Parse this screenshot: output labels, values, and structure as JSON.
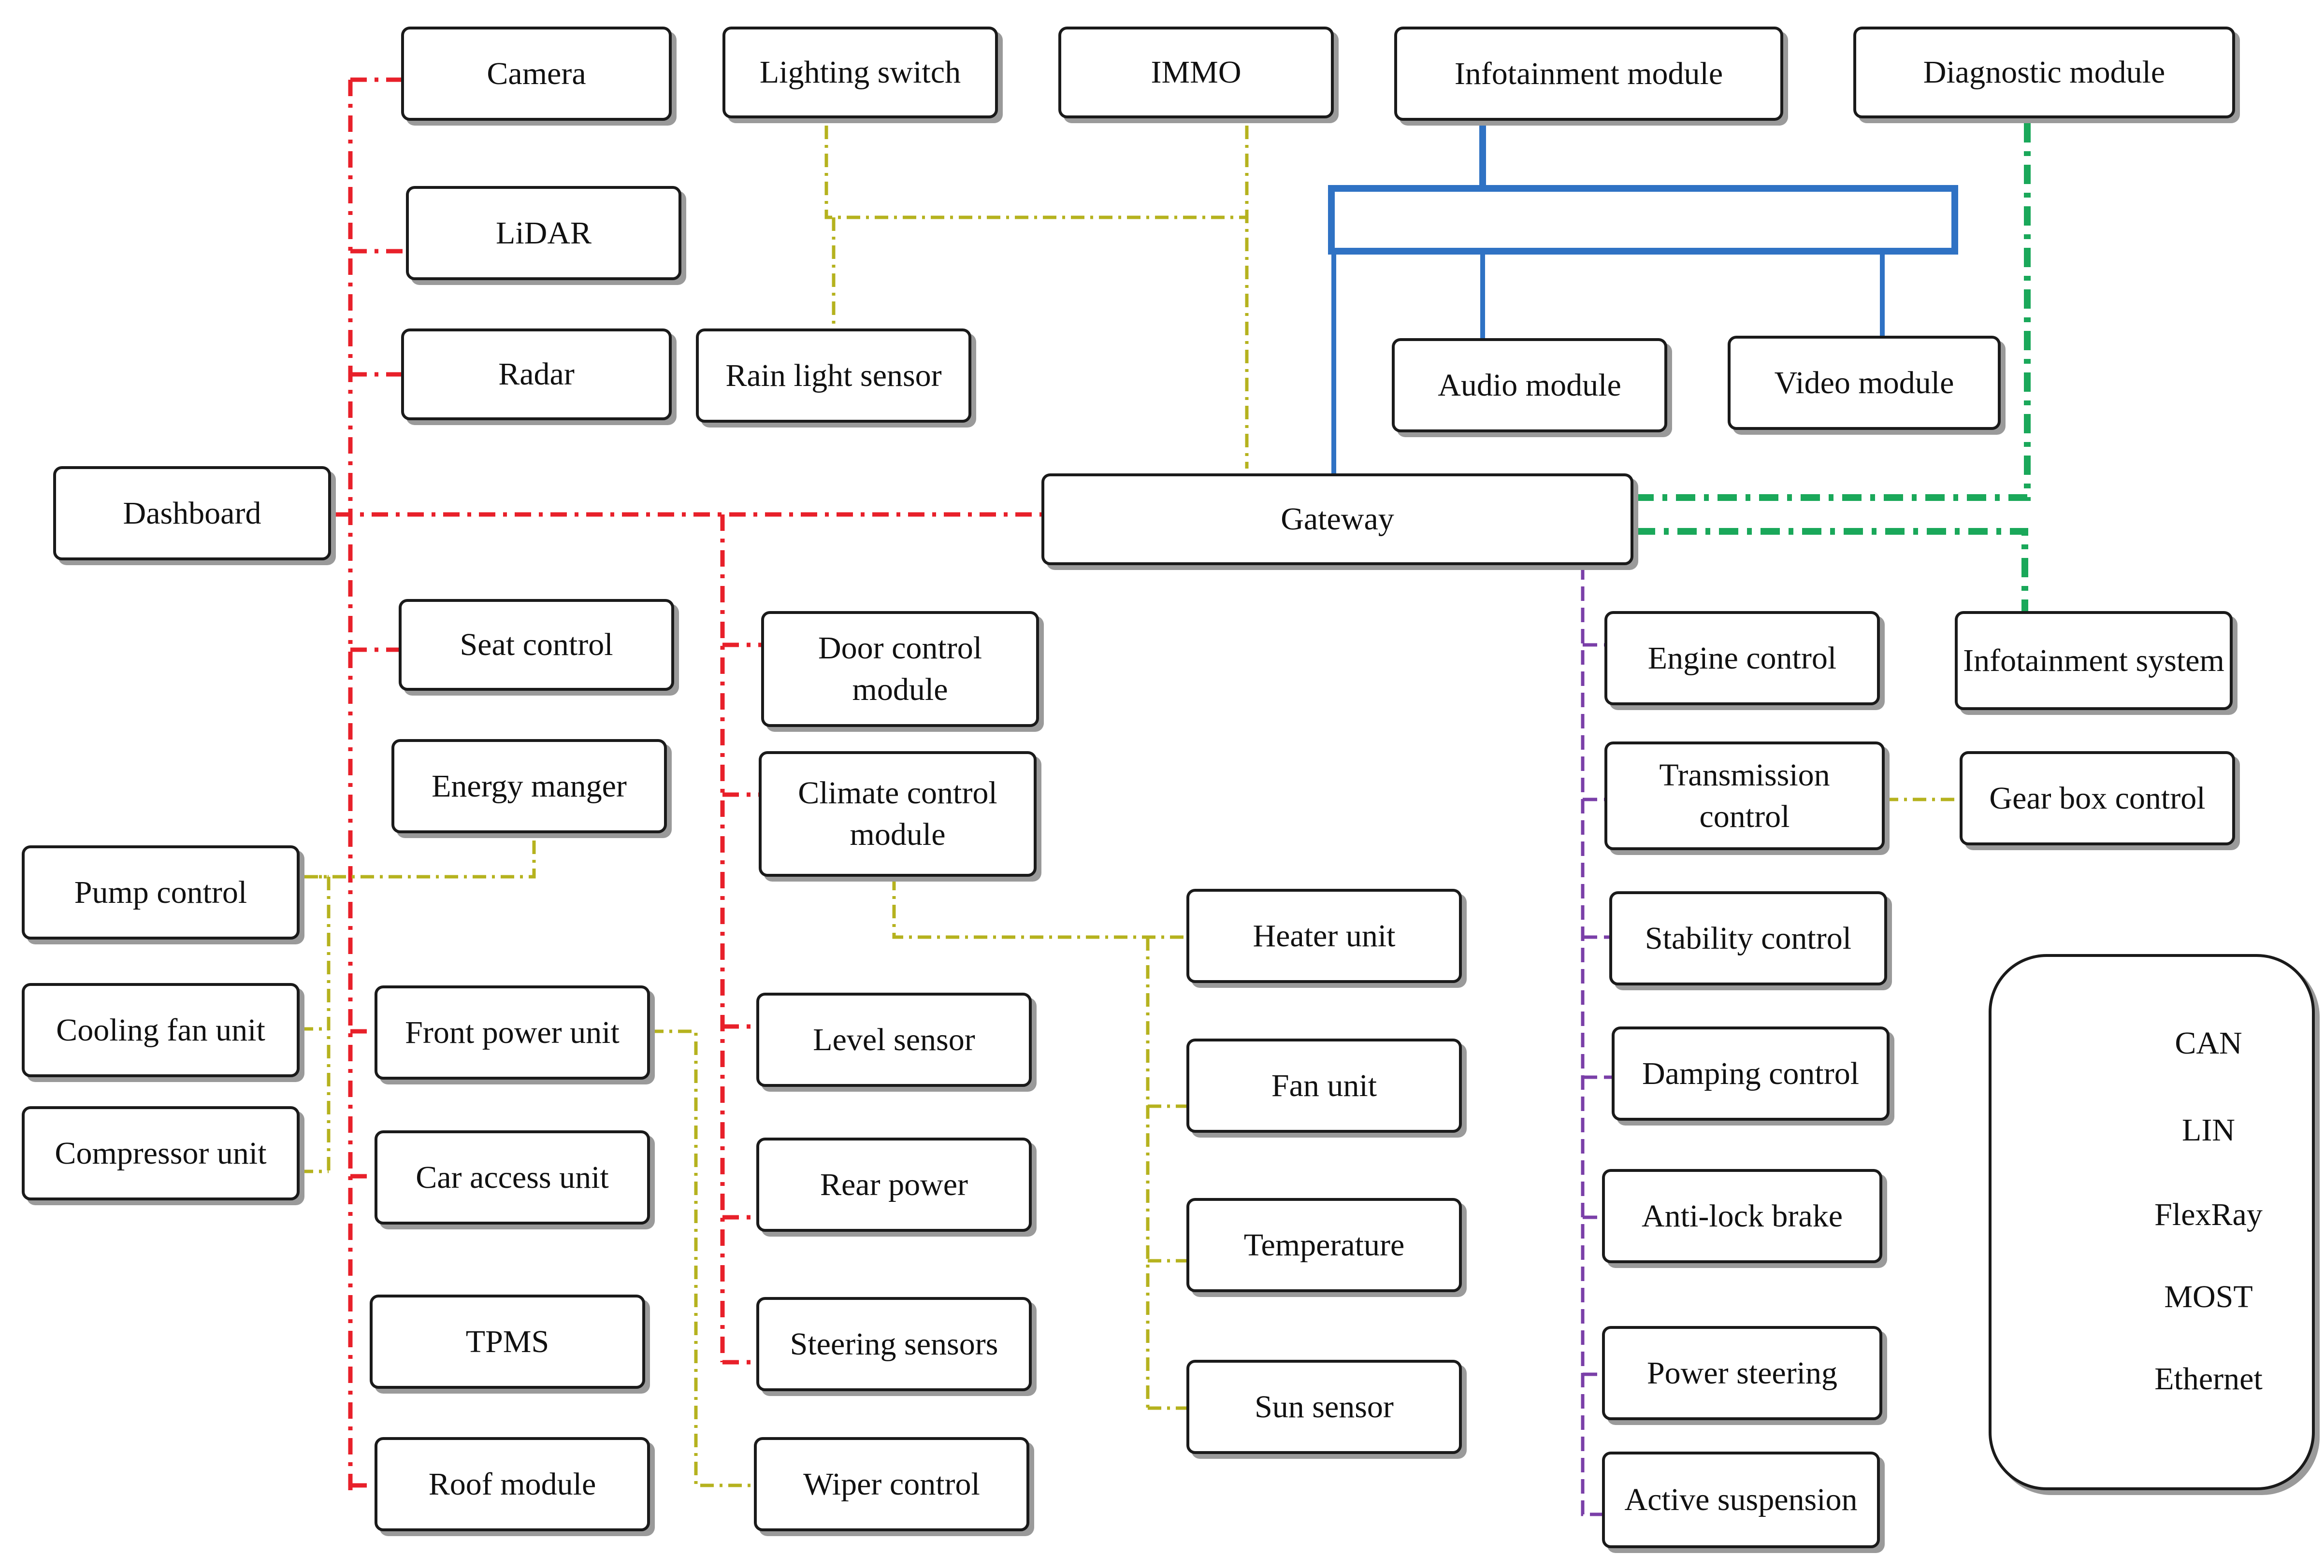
{
  "nodes": {
    "camera": "Camera",
    "lighting_switch": "Lighting switch",
    "immo": "IMMO",
    "infotainment_module": "Infotainment module",
    "diagnostic_module": "Diagnostic module",
    "lidar": "LiDAR",
    "radar": "Radar",
    "rain_light_sensor": "Rain light sensor",
    "audio_module": "Audio module",
    "video_module": "Video module",
    "dashboard": "Dashboard",
    "gateway": "Gateway",
    "seat_control": "Seat control",
    "door_control_module": "Door control module",
    "engine_control": "Engine control",
    "infotainment_system": "Infotainment system",
    "energy_manger": "Energy manger",
    "climate_control_module": "Climate control module",
    "transmission_control": "Transmission control",
    "gear_box_control": "Gear box control",
    "pump_control": "Pump control",
    "heater_unit": "Heater unit",
    "stability_control": "Stability control",
    "cooling_fan_unit": "Cooling fan unit",
    "front_power_unit": "Front power unit",
    "level_sensor": "Level sensor",
    "fan_unit": "Fan unit",
    "damping_control": "Damping control",
    "compressor_unit": "Compressor unit",
    "car_access_unit": "Car access unit",
    "rear_power": "Rear power",
    "temperature": "Temperature",
    "anti_lock_brake": "Anti-lock brake",
    "tpms": "TPMS",
    "steering_sensors": "Steering sensors",
    "sun_sensor": "Sun sensor",
    "power_steering": "Power steering",
    "roof_module": "Roof module",
    "wiper_control": "Wiper control",
    "active_suspension": "Active suspension"
  },
  "legend": {
    "can": "CAN",
    "lin": "LIN",
    "flexray": "FlexRay",
    "most": "MOST",
    "ethernet": "Ethernet"
  },
  "colors": {
    "can": "#e8202a",
    "lin": "#b5b21e",
    "flexray": "#7a3fa8",
    "most": "#2f72c4",
    "ethernet": "#1aa85a"
  }
}
